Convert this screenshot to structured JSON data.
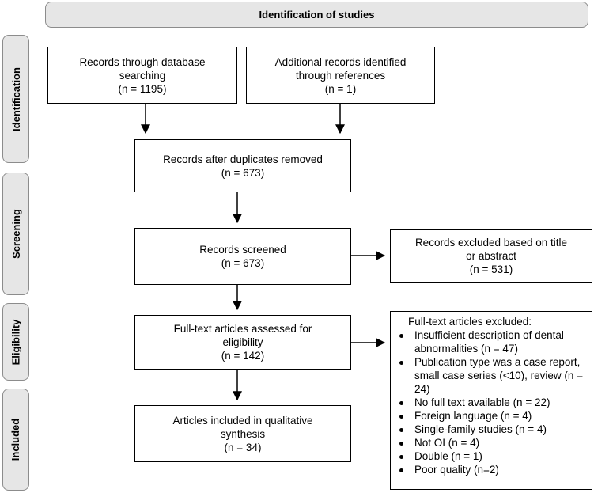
{
  "header": {
    "title": "Identification of studies"
  },
  "stages": [
    "Identification",
    "Screening",
    "Eligibility",
    "Included"
  ],
  "boxes": {
    "database": {
      "line1": "Records through database",
      "line2": "searching",
      "count": "(n = 1195)"
    },
    "additional": {
      "line1": "Additional records identified",
      "line2": "through references",
      "count": "(n = 1)"
    },
    "duplicates": {
      "line1": "Records after duplicates removed",
      "count": "(n = 673)"
    },
    "screened": {
      "line1": "Records screened",
      "count": "(n = 673)"
    },
    "excluded_title": {
      "line1": "Records excluded based on title",
      "line2": "or abstract",
      "count": "(n = 531)"
    },
    "fulltext": {
      "line1": "Full-text articles assessed for",
      "line2": "eligibility",
      "count": "(n = 142)"
    },
    "included": {
      "line1": "Articles included in qualitative",
      "line2": "synthesis",
      "count": "(n = 34)"
    }
  },
  "fulltext_excluded": {
    "title": "Full-text articles excluded:",
    "items": [
      "Insufficient description of dental abnormalities (n = 47)",
      "Publication type was a case report, small case series (<10), review (n = 24)",
      "No full text available (n = 22)",
      "Foreign language (n = 4)",
      "Single-family studies (n = 4)",
      "Not OI (n = 4)",
      "Double (n = 1)",
      "Poor quality (n=2)"
    ]
  }
}
